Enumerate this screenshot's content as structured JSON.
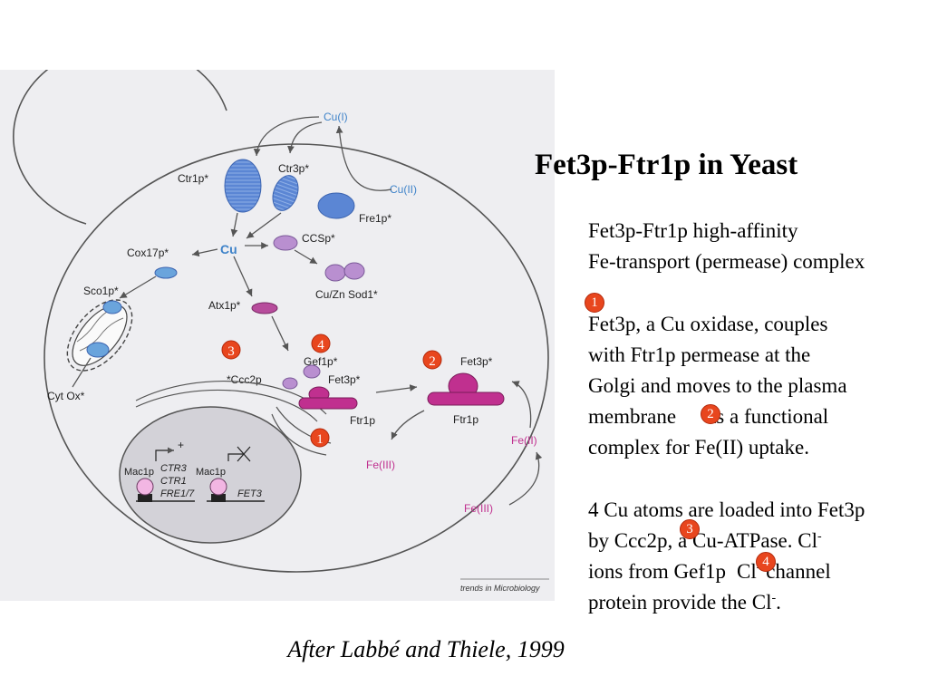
{
  "slide": {
    "title": "Fet3p-Ftr1p in Yeast",
    "paragraph1": {
      "line1": "Fet3p-Ftr1p high-affinity",
      "line2": "Fe-transport (permease) complex"
    },
    "paragraph2": {
      "line1": "Fet3p, a Cu oxidase, couples",
      "line2": "with Ftr1p permease at the",
      "line3": "Golgi and moves to the plasma",
      "line4_pre": "membrane",
      "line4_post": "as a functional",
      "line5": "complex for Fe(II) uptake."
    },
    "paragraph3": {
      "line1": "4 Cu atoms are loaded into Fet3p",
      "line2_pre": "by Ccc2p",
      "line2_post": ", a Cu-ATPase. Cl",
      "line2_sup": "-",
      "line3_pre": "ions from Gef1p",
      "line3_mid": "Cl",
      "line3_sup": "-",
      "line3_post": " channel",
      "line4_pre": "protein provide the Cl",
      "line4_sup": "-",
      "line4_post": "."
    },
    "badges": {
      "one": "1",
      "two": "2",
      "three": "3",
      "four": "4"
    },
    "citation": "After Labbé and Thiele, 1999"
  },
  "diagram": {
    "labels": {
      "cu_i": "Cu(I)",
      "cu_ii": "Cu(II)",
      "ctr1p": "Ctr1p*",
      "ctr3p": "Ctr3p*",
      "fre1p": "Fre1p*",
      "cu": "Cu",
      "cox17p": "Cox17p*",
      "ccsp": "CCSp*",
      "sco1p": "Sco1p*",
      "cuzn_sod1": "Cu/Zn Sod1*",
      "atx1p": "Atx1p*",
      "gef1p": "Gef1p*",
      "ccc2p": "*Ccc2p",
      "fet3p_golgi": "Fet3p*",
      "ftr1p_golgi": "Ftr1p",
      "fet3p_pm": "Fet3p*",
      "ftr1p_pm": "Ftr1p",
      "cyt_ox": "Cyt Ox*",
      "fe_ii": "Fe(II)",
      "fe_iii_inner": "Fe(III)",
      "fe_iii_outer": "Fe(III)",
      "mac1p_left": "Mac1p",
      "mac1p_right": "Mac1p",
      "plus": "+",
      "ctr3": "CTR3",
      "ctr1": "CTR1",
      "fre17": "FRE1/7",
      "fet3": "FET3",
      "credit": "trends in Microbiology"
    },
    "colors": {
      "blue_protein": "#5b86d4",
      "blue_label": "#3f83c9",
      "magenta_complex": "#c0308f",
      "lavender_protein": "#b98fd0",
      "badge": "#e8461e",
      "figure_background": "#eeeef1"
    }
  }
}
